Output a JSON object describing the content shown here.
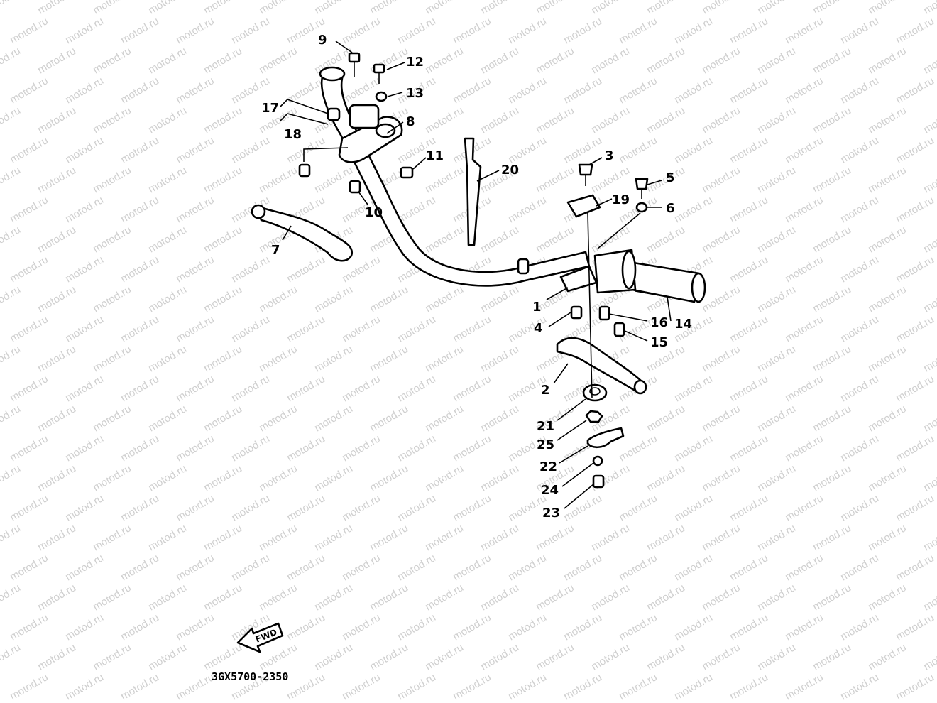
{
  "watermark": {
    "text": "motod.ru",
    "color": "#cfcfcf"
  },
  "diagram_code": "3GX5700-2350",
  "direction_arrow": {
    "label": "FWD"
  },
  "callouts": {
    "c1": "1",
    "c2": "2",
    "c3": "3",
    "c4": "4",
    "c5": "5",
    "c6": "6",
    "c7": "7",
    "c8": "8",
    "c9": "9",
    "c10": "10",
    "c11": "11",
    "c12": "12",
    "c13": "13",
    "c14": "14",
    "c15": "15",
    "c16": "16",
    "c17": "17",
    "c18": "18",
    "c19": "19",
    "c20": "20",
    "c21": "21",
    "c22": "22",
    "c23": "23",
    "c24": "24",
    "c25": "25"
  },
  "colors": {
    "ink": "#000000",
    "paper": "#ffffff"
  }
}
